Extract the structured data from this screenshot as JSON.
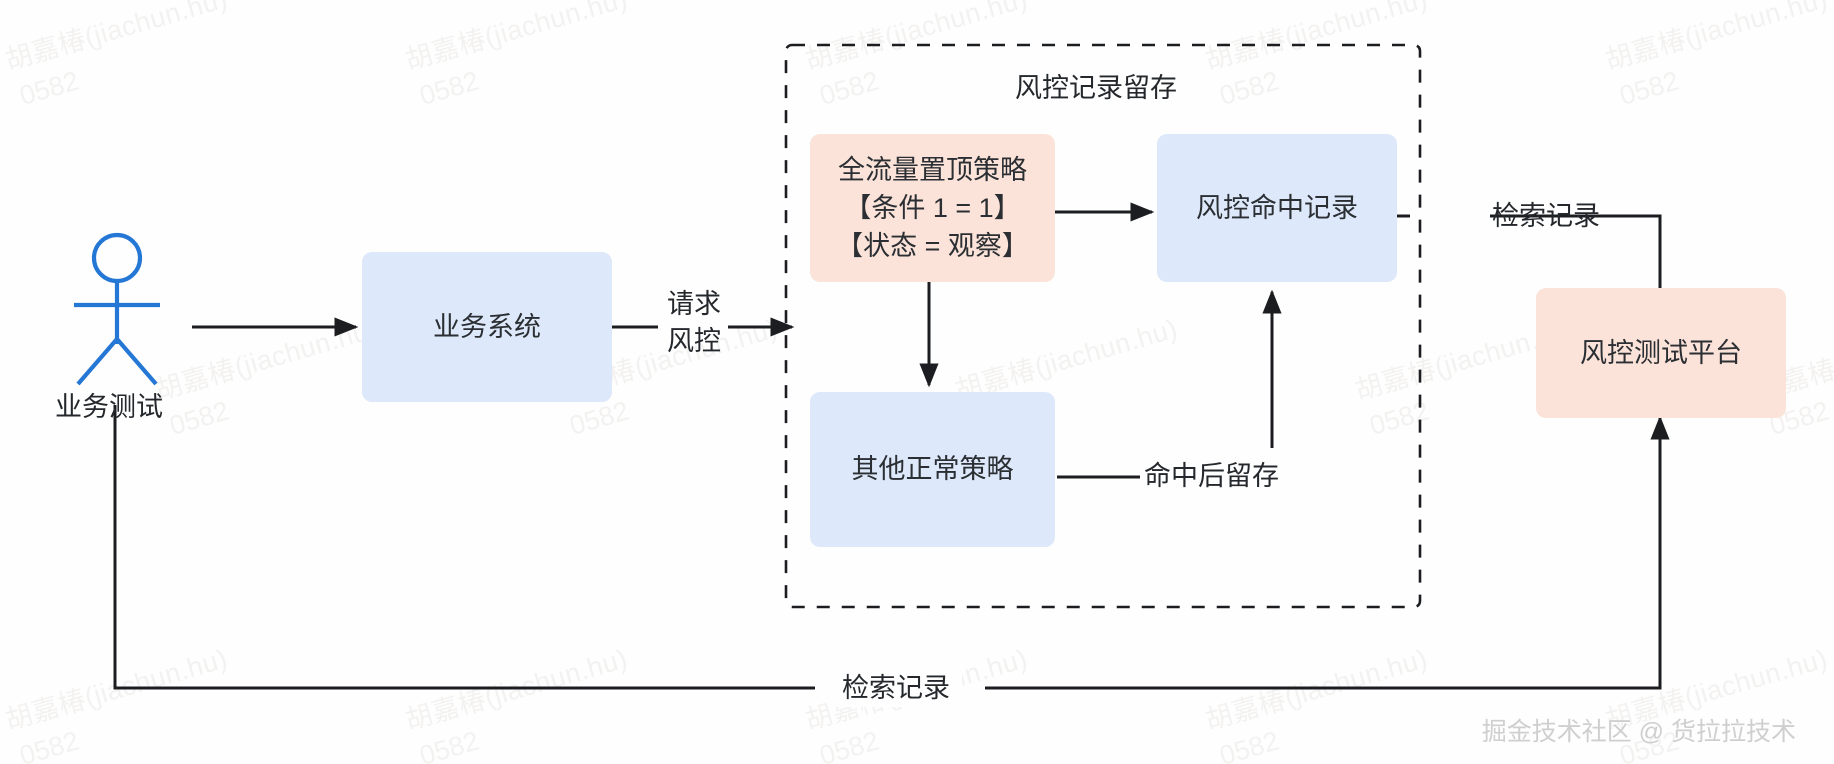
{
  "diagram": {
    "title_group": "风控记录留存",
    "actor": {
      "name": "业务测试",
      "icon": "stick-figure-actor-icon",
      "color": "#2477d4"
    },
    "nodes": [
      {
        "id": "business-system",
        "label": "业务系统",
        "style": "blue",
        "color": "#dde9fa"
      },
      {
        "id": "top-strategy",
        "label": "全流量置顶策略\n【条件 1 = 1】\n【状态 = 观察】",
        "style": "pink",
        "color": "#fbe3d9"
      },
      {
        "id": "hit-record",
        "label": "风控命中记录",
        "style": "blue",
        "color": "#dde9fa"
      },
      {
        "id": "other-strategy",
        "label": "其他正常策略",
        "style": "blue",
        "color": "#dde9fa"
      },
      {
        "id": "risk-test-platform",
        "label": "风控测试平台",
        "style": "pink",
        "color": "#fbe3d9"
      }
    ],
    "edge_labels": {
      "request_risk": "请求\n风控",
      "retain_after_hit": "命中后留存",
      "retrieve_record_right": "检索记录",
      "retrieve_record_bottom": "检索记录"
    }
  },
  "watermark": {
    "line1": "胡嘉椿(jiachun.hu)",
    "line2": "0582"
  },
  "attribution": "掘金技术社区 @ 货拉拉技术"
}
